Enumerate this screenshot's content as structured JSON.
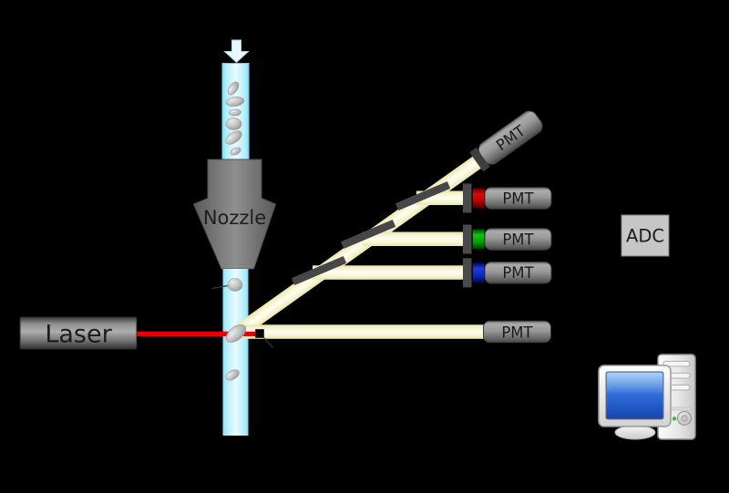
{
  "scene": "flow-cytometer-diagram",
  "labels": {
    "nozzle": "Nozzle",
    "laser": "Laser",
    "adc": "ADC"
  },
  "pmts": [
    {
      "id": "fluorescence-pmt-diagonal",
      "label": "PMT",
      "filter_color": ""
    },
    {
      "id": "fluorescence-pmt-red",
      "label": "PMT",
      "filter_color": "#c00000"
    },
    {
      "id": "fluorescence-pmt-green",
      "label": "PMT",
      "filter_color": "#00a800"
    },
    {
      "id": "fluorescence-pmt-blue",
      "label": "PMT",
      "filter_color": "#1c2cc0"
    },
    {
      "id": "forward-scatter-pmt",
      "label": "PMT",
      "filter_color": ""
    }
  ],
  "colors": {
    "background": "#000000",
    "laser_beam": "#e60000",
    "light_beam": "#f5f2c6",
    "fluid_stream": "#b5eefb",
    "component_gray": "#8a8a8a",
    "mirror_gray": "#474747"
  },
  "icons": {
    "flow_direction": "down-arrow-icon",
    "acquisition_computer": "computer-icon"
  }
}
